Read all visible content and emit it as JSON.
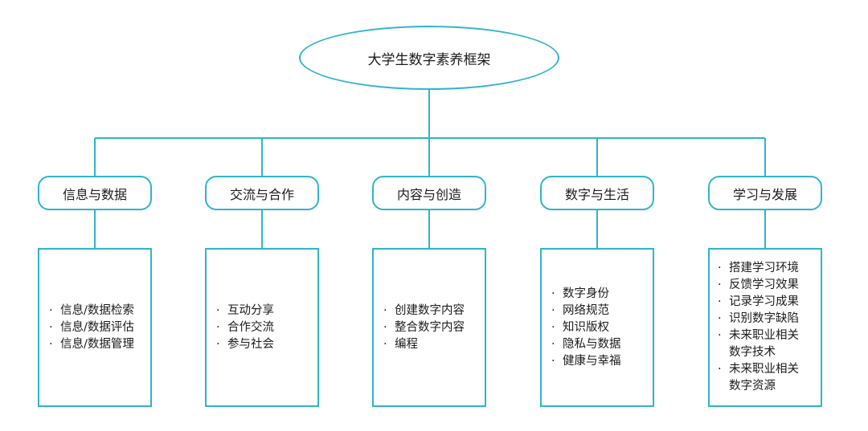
{
  "diagram": {
    "root": {
      "label": "大学生数字素养框架"
    },
    "bullet_glyph": "·",
    "categories": [
      {
        "label": "信息与数据",
        "items": [
          {
            "lines": [
              "信息/数据检索"
            ]
          },
          {
            "lines": [
              "信息/数据评估"
            ]
          },
          {
            "lines": [
              "信息/数据管理"
            ]
          }
        ]
      },
      {
        "label": "交流与合作",
        "items": [
          {
            "lines": [
              "互动分享"
            ]
          },
          {
            "lines": [
              "合作交流"
            ]
          },
          {
            "lines": [
              "参与社会"
            ]
          }
        ]
      },
      {
        "label": "内容与创造",
        "items": [
          {
            "lines": [
              "创建数字内容"
            ]
          },
          {
            "lines": [
              "整合数字内容"
            ]
          },
          {
            "lines": [
              "编程"
            ]
          }
        ]
      },
      {
        "label": "数字与生活",
        "items": [
          {
            "lines": [
              "数字身份"
            ]
          },
          {
            "lines": [
              "网络规范"
            ]
          },
          {
            "lines": [
              "知识版权"
            ]
          },
          {
            "lines": [
              "隐私与数据"
            ]
          },
          {
            "lines": [
              "健康与幸福"
            ]
          }
        ]
      },
      {
        "label": "学习与发展",
        "items": [
          {
            "lines": [
              "搭建学习环境"
            ]
          },
          {
            "lines": [
              "反馈学习效果"
            ]
          },
          {
            "lines": [
              "记录学习成果"
            ]
          },
          {
            "lines": [
              "识别数字缺陷"
            ]
          },
          {
            "lines": [
              "未来职业相关",
              "数字技术"
            ]
          },
          {
            "lines": [
              "未来职业相关",
              "数字资源"
            ]
          }
        ]
      }
    ]
  },
  "colors": {
    "line": "#2fb4cc"
  }
}
